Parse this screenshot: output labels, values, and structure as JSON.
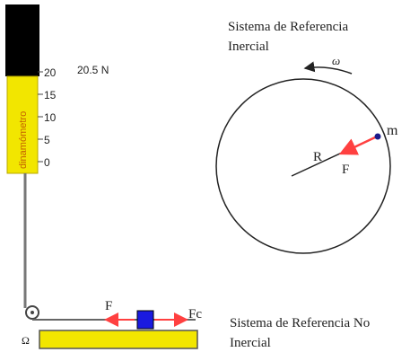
{
  "dynamometer": {
    "reading": "20.5 N",
    "scale_labels": [
      "20",
      "15",
      "10",
      "5",
      "0"
    ],
    "label": "dinamómetro",
    "colors": {
      "cap": "#000000",
      "body": "#f2e600",
      "text": "#c46000"
    }
  },
  "inertial_frame": {
    "title_line1": "Sistema de Referencia",
    "title_line2": "Inercial",
    "omega": "ω",
    "mass": "m",
    "radius": "R",
    "force": "F"
  },
  "noninertial_frame": {
    "title_line1": "Sistema de Referencia No",
    "title_line2": "Inercial",
    "force_left": "F",
    "force_right": "Fc",
    "pulley_label": "Ω"
  },
  "colors": {
    "force_arrow": "#ff4040",
    "mass_dot": "#1a1a8a",
    "block": "#1a1ae0",
    "table": "#f2e600"
  }
}
